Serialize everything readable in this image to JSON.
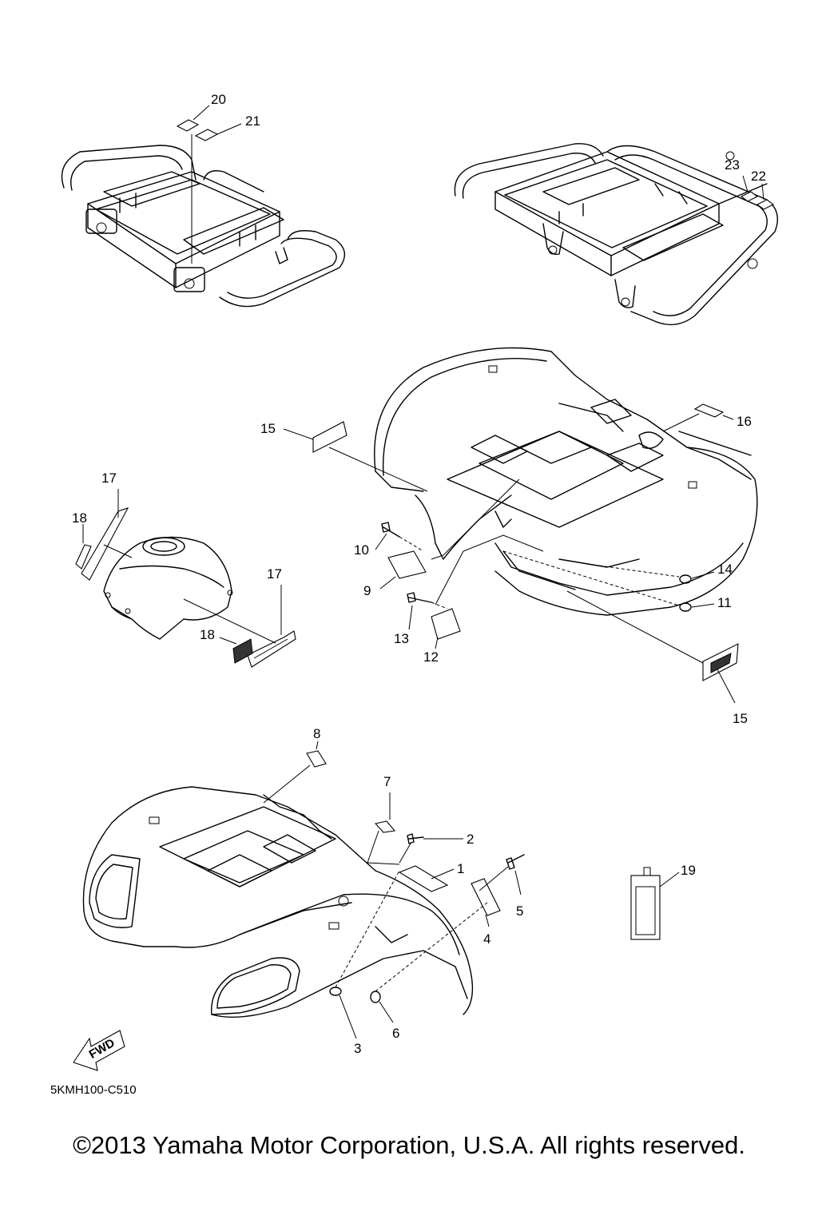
{
  "diagram": {
    "code": "5KMH100-C510",
    "fwd_label": "FWD",
    "copyright": "©2013 Yamaha Motor Corporation, U.S.A. All rights reserved.",
    "callouts": {
      "c1": "1",
      "c2": "2",
      "c3": "3",
      "c4": "4",
      "c5": "5",
      "c6": "6",
      "c7": "7",
      "c8": "8",
      "c9": "9",
      "c10": "10",
      "c11": "11",
      "c12": "12",
      "c13": "13",
      "c14": "14",
      "c15a": "15",
      "c15b": "15",
      "c16": "16",
      "c17a": "17",
      "c17b": "17",
      "c18a": "18",
      "c18b": "18",
      "c19": "19",
      "c20": "20",
      "c21": "21",
      "c22": "22",
      "c23": "23"
    }
  }
}
